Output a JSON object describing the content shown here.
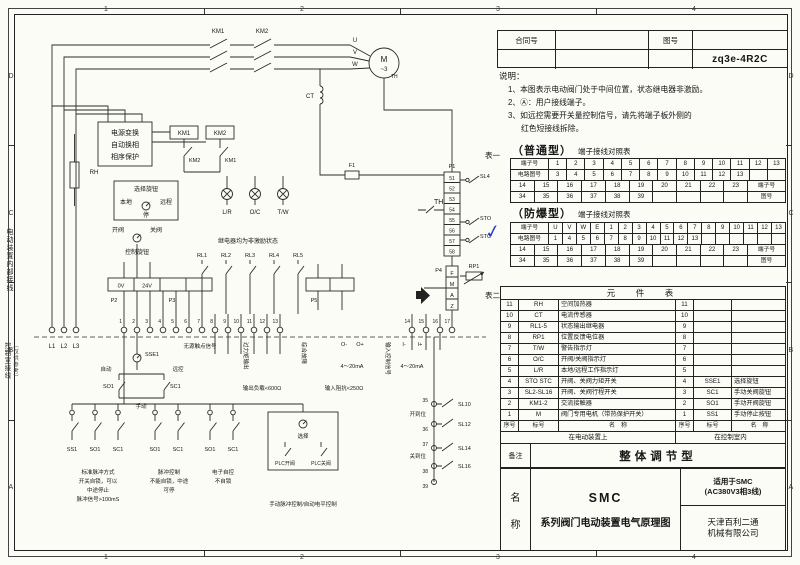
{
  "frame": {
    "top_zones": [
      "1",
      "2",
      "3",
      "4"
    ],
    "bottom_zones": [
      "1",
      "2",
      "3",
      "4"
    ],
    "left_zones": [
      "D",
      "C",
      "B",
      "A"
    ],
    "right_zones": [
      "D",
      "C",
      "B",
      "A"
    ]
  },
  "margin_notes": {
    "upper": "电动装置内部接线",
    "lower_main": "控制室接线",
    "lower_sub": "（仅供参考）"
  },
  "header": {
    "contract_label": "合同号",
    "drawing_label": "图号",
    "drawing_number": "zq3e-4R2C"
  },
  "notes": {
    "title": "说明：",
    "line1": "1、本图表示电动阀门处于中间位置，状态继电器非激励。",
    "line2": "2、Ⓐ：用户接线端子。",
    "line3a": "3、如远控需要开关量控制信号，请先将端子板外侧的",
    "line3b": "红色短接线拆除。"
  },
  "table1": {
    "label": "表一",
    "checkmark": "✓",
    "ordinary": {
      "title": "（普通型）",
      "subtitle": "端子接线对照表",
      "row1_label": "端子号",
      "row1": [
        "1",
        "2",
        "3",
        "4",
        "5",
        "6",
        "7",
        "8",
        "9",
        "10",
        "11",
        "12",
        "13"
      ],
      "row2_label": "电路图号",
      "row2": [
        "3",
        "4",
        "5",
        "6",
        "7",
        "8",
        "9",
        "10",
        "11",
        "12",
        "13",
        "",
        ""
      ],
      "row3": [
        "14",
        "15",
        "16",
        "17",
        "18",
        "19",
        "20",
        "21",
        "22",
        "23"
      ],
      "row3_label": "端子号",
      "row4": [
        "34",
        "35",
        "36",
        "37",
        "38",
        "39",
        "",
        "",
        "",
        ""
      ],
      "row4_label": "图号"
    },
    "explosion": {
      "title": "（防爆型）",
      "subtitle": "端子接线对照表",
      "row1_label": "端子号",
      "row1": [
        "U",
        "V",
        "W",
        "E",
        "1",
        "2",
        "3",
        "4",
        "5",
        "6",
        "7",
        "8",
        "9",
        "10",
        "11",
        "12",
        "13"
      ],
      "row2_label": "电路图号",
      "row2": [
        "1",
        "4",
        "5",
        "6",
        "7",
        "8",
        "9",
        "10",
        "11",
        "12",
        "13",
        "",
        "",
        "",
        "",
        "",
        ""
      ],
      "row3": [
        "14",
        "15",
        "16",
        "17",
        "18",
        "19",
        "20",
        "21",
        "22",
        "23"
      ],
      "row3_label": "端子号",
      "row4": [
        "34",
        "35",
        "36",
        "37",
        "38",
        "39",
        "",
        "",
        "",
        ""
      ],
      "row4_label": "图号"
    }
  },
  "table2": {
    "label": "表二",
    "title": "元　件　表",
    "rows": [
      {
        "no_l": "11",
        "tag_l": "RH",
        "name_l": "空间加热器",
        "no_r": "11",
        "tag_r": "",
        "name_r": ""
      },
      {
        "no_l": "10",
        "tag_l": "CT",
        "name_l": "电流传感器",
        "no_r": "10",
        "tag_r": "",
        "name_r": ""
      },
      {
        "no_l": "9",
        "tag_l": "RL1-5",
        "name_l": "状态输出继电器",
        "no_r": "9",
        "tag_r": "",
        "name_r": ""
      },
      {
        "no_l": "8",
        "tag_l": "RP1",
        "name_l": "位置反馈电位器",
        "no_r": "8",
        "tag_r": "",
        "name_r": ""
      },
      {
        "no_l": "7",
        "tag_l": "T/W",
        "name_l": "警告指示灯",
        "no_r": "7",
        "tag_r": "",
        "name_r": ""
      },
      {
        "no_l": "6",
        "tag_l": "O/C",
        "name_l": "开阀/关阀指示灯",
        "no_r": "6",
        "tag_r": "",
        "name_r": ""
      },
      {
        "no_l": "5",
        "tag_l": "L/R",
        "name_l": "本地/远程工作指示灯",
        "no_r": "5",
        "tag_r": "",
        "name_r": ""
      },
      {
        "no_l": "4",
        "tag_l": "STO STC",
        "name_l": "开阀、关阀力矩开关",
        "no_r": "4",
        "tag_r": "SSE1",
        "name_r": "选择旋钮"
      },
      {
        "no_l": "3",
        "tag_l": "SL2-SL16",
        "name_l": "开阀、关阀行程开关",
        "no_r": "3",
        "tag_r": "SC1",
        "name_r": "手动关阀旋钮"
      },
      {
        "no_l": "2",
        "tag_l": "KM1-2",
        "name_l": "交流接触器",
        "no_r": "2",
        "tag_r": "SO1",
        "name_r": "手动开阀旋钮"
      },
      {
        "no_l": "1",
        "tag_l": "M",
        "name_l": "阀门专用电机（带热保护开关）",
        "no_r": "1",
        "tag_r": "SS1",
        "name_r": "手动停止按钮"
      }
    ],
    "col_no": "序号",
    "col_tag": "标号",
    "col_name": "名　称",
    "loc_left": "在电动装置上",
    "loc_right": "在控制室内"
  },
  "remark": {
    "label": "备注",
    "value": "整体调节型"
  },
  "titleblock": {
    "name_label_1": "名",
    "name_label_2": "称",
    "product_line1": "SMC",
    "product_line2": "系列阀门电动装置电气原理图",
    "apply_line1": "适用于SMC",
    "apply_line2": "(AC380V3相3线)",
    "company_line1": "天津百利二通",
    "company_line2": "机械有限公司"
  },
  "schematic": {
    "km1": "KM1",
    "km2": "KM2",
    "u": "U",
    "v": "V",
    "w": "W",
    "motor": "M",
    "motor_phase": "~3",
    "th": "TH",
    "ct": "CT",
    "rh": "RH",
    "f1": "F1",
    "power_box": [
      "电源变换",
      "自动换相",
      "相序保护"
    ],
    "selector_title": "选择旋钮",
    "local": "本地",
    "remote": "远程",
    "stop": "停",
    "lamp_lr": "L/R",
    "lamp_oc": "O/C",
    "lamp_tw": "T/W",
    "open_valve": "开阀",
    "close_valve": "关阀",
    "control_knob": "控制旋钮",
    "relay_note": "继电器均为非激励状态",
    "relays": [
      "RL1",
      "RL2",
      "RL3",
      "RL4",
      "RL5"
    ],
    "p1": "P1",
    "p2": "P2",
    "p3": "P3",
    "p4": "P4",
    "p5": "P5",
    "v0": "0V",
    "v24": "24V",
    "sl4": "SL4",
    "sto": "STO",
    "stc": "STC",
    "rp1": "RP1",
    "p1_pins": [
      "51",
      "52",
      "53",
      "54",
      "55",
      "56",
      "57",
      "58"
    ],
    "p4_pins": [
      "F",
      "M",
      "A",
      "Z"
    ],
    "phase_labels": [
      "L1",
      "L2",
      "L3"
    ],
    "terminals_mid": [
      "1",
      "2",
      "3",
      "4",
      "5",
      "6",
      "7",
      "8",
      "9",
      "10",
      "11",
      "12",
      "13"
    ],
    "terminals_right": [
      "14",
      "15",
      "16",
      "17"
    ],
    "passive_signal": "无源触点信号",
    "torque_output": "过力矩输出",
    "fault": "综合故障",
    "input_signal": "输入控制信号",
    "o_minus": "O-",
    "o_plus": "O+",
    "i_minus": "I-",
    "i_plus": "I+",
    "ma_range": "4～20mA",
    "load": "输出负载<600Ω",
    "impedance": "输入阻抗<250Ω",
    "sse1": "SSE1",
    "auto": "自动",
    "manual": "手动",
    "remote2": "远控",
    "so1": "SO1",
    "sc1": "SC1",
    "ss1": "SS1",
    "select": "选择",
    "plc_open": "PLC开阀",
    "plc_close": "PLC关阀",
    "cap1": [
      "标准脉冲方式",
      "开关自锁，可以",
      "中途停止",
      "脉冲信号>100mS"
    ],
    "cap2": [
      "脉冲控制",
      "不能自锁，中途",
      "可停"
    ],
    "cap3": [
      "电子自控",
      "不自锁"
    ],
    "cap4": "手动脉冲控制/自动电平控制",
    "open_pos": "开到位",
    "close_pos": "关到位",
    "sl_right": [
      "SL10",
      "SL12",
      "SL14",
      "SL16"
    ],
    "wire_nums_right": [
      "35",
      "36",
      "37",
      "38",
      "39"
    ]
  }
}
